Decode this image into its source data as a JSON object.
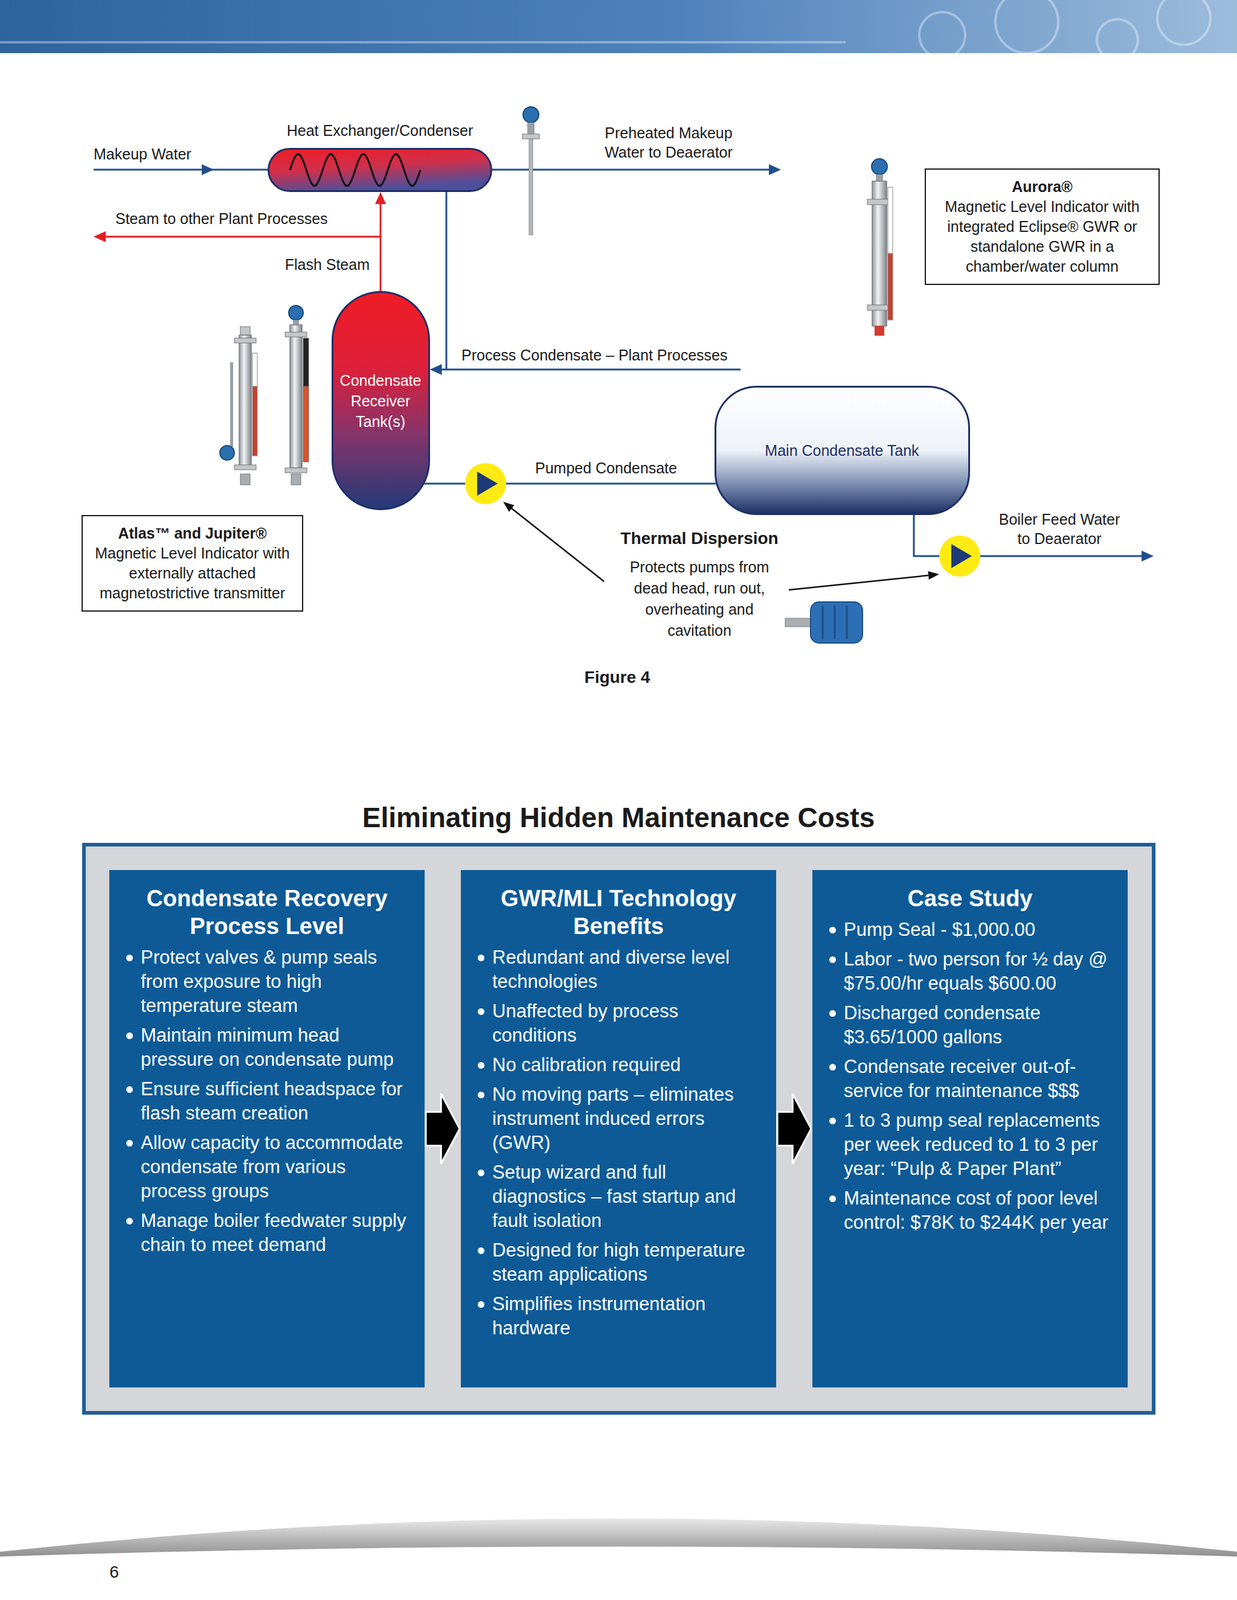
{
  "diagram": {
    "title": "Eliminating Hidden Maintenance Costs",
    "caption": "Figure 4",
    "nodes": [
      {
        "text": [
          "Heat Exchanger/Condenser"
        ]
      },
      {
        "text": [
          "Aurora®",
          "Magnetic Level Indicator with integrated Eclipse® GWR or standalone GWR in a chamber/water column"
        ]
      },
      {
        "text": [
          "Condensate Receiver Tank(s)"
        ]
      },
      {
        "text": [
          "Main Condensate Tank"
        ]
      },
      {
        "text": [
          "Atlas™ and Jupiter®",
          "Magnetic Level Indicator with externally attached magnetostrictive transmitter"
        ]
      },
      {
        "text": [
          "Condensate Recovery Process Level",
          "Protect valves & pump seals from exposure to high temperature steam",
          "Maintain minimum head pressure on condensate pump",
          "Ensure sufficient headspace for flash steam creation",
          "Allow capacity to accommodate condensate from various process groups",
          "Manage boiler feedwater supply chain to meet demand"
        ]
      },
      {
        "text": [
          "GWR/MLI Technology Benefits",
          "Redundant and diverse level technologies",
          "Unaffected by process conditions",
          "No calibration required",
          "No moving parts – eliminates instrument induced errors (GWR)",
          "Setup wizard and full diagnostics – fast startup and fault isolation",
          "Designed for high temperature steam applications",
          "Simplifies instrumentation hardware"
        ]
      },
      {
        "text": [
          "Case Study",
          "Pump Seal - $1,000.00",
          "Labor - two person for ½ day @ $75.00/hr equals $600.00",
          "Discharged condensate $3.65/1000 gallons",
          "Condensate receiver out-of-service for maintenance $$$",
          "1 to 3 pump seal replacements per week reduced to 1 to 3 per year: “Pulp & Paper Plant”",
          "Maintenance cost of poor level control: $78K to $244K per year"
        ]
      }
    ],
    "edges": [
      {
        "from": 2,
        "to": 0,
        "arrow": "to",
        "label": "Flash Steam"
      },
      {
        "from": 0,
        "to": 2,
        "arrow": "to"
      },
      {
        "from": 2,
        "to": 3,
        "arrow": "none",
        "label": "Pumped Condensate"
      },
      {
        "from": 5,
        "to": 6,
        "arrow": "to"
      },
      {
        "from": 6,
        "to": 7,
        "arrow": "to"
      }
    ],
    "labels": [
      "Makeup Water",
      "Steam to other Plant Processes",
      "Preheated Makeup Water to Deaerator",
      "Process Condensate – Plant Processes",
      "Boiler Feed Water to Deaerator",
      "Thermal Dispersion",
      "Protects pumps from dead head, run out, overheating and cavitation",
      "6"
    ]
  }
}
